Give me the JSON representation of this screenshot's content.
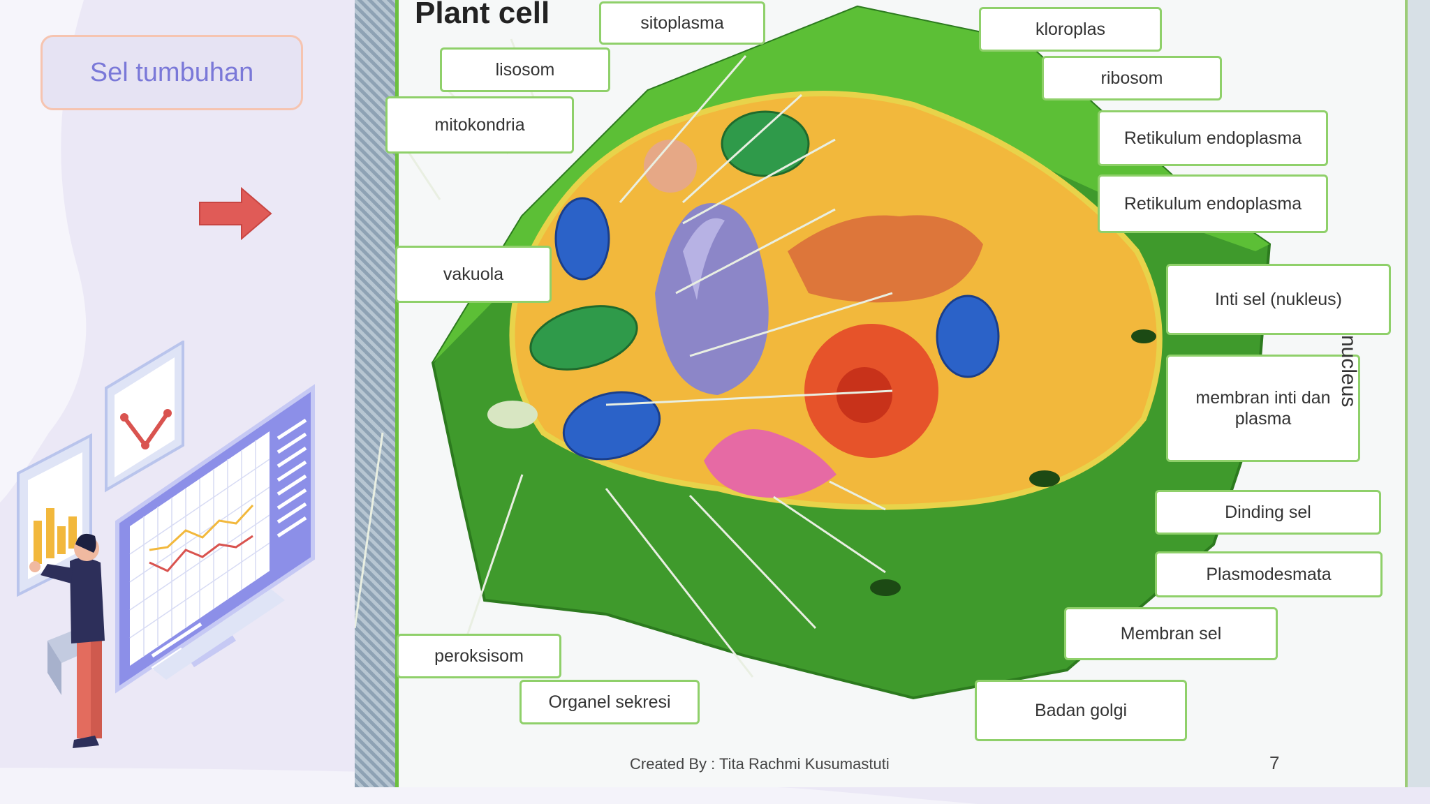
{
  "slide": {
    "title": "Sel tumbuhan",
    "colors": {
      "background": "#ebe8f6",
      "title_text": "#7a78d8",
      "title_border": "#f6c4b0",
      "arrow": "#e05b57"
    },
    "arrow_icon": "right-arrow-icon",
    "illustration": "analyst-with-charts-illustration"
  },
  "diagram": {
    "heading": "Plant cell",
    "labels": {
      "sitoplasma": "sitoplasma",
      "lisosom": "lisosom",
      "mitokondria": "mitokondria",
      "vakuola": "vakuola",
      "peroksisom": "peroksisom",
      "organel_sekresi": "Organel sekresi",
      "kloroplas": "kloroplas",
      "ribosom": "ribosom",
      "retikulum_1": "Retikulum endoplasma",
      "retikulum_2": "Retikulum endoplasma",
      "inti_sel": "Inti sel (nukleus)",
      "membran_inti": "membran inti dan plasma",
      "dinding_sel": "Dinding sel",
      "plasmodesmata": "Plasmodesmata",
      "membran_sel": "Membran sel",
      "badan_golgi": "Badan golgi"
    },
    "side_text": "nucleus",
    "footer": "Created By : Tita Rachmi Kusumastuti",
    "page_number": "7",
    "colors": {
      "label_border": "#8fd06a",
      "cell_wall": "#3f9a2c",
      "cytoplasm": "#f2b83c"
    }
  }
}
